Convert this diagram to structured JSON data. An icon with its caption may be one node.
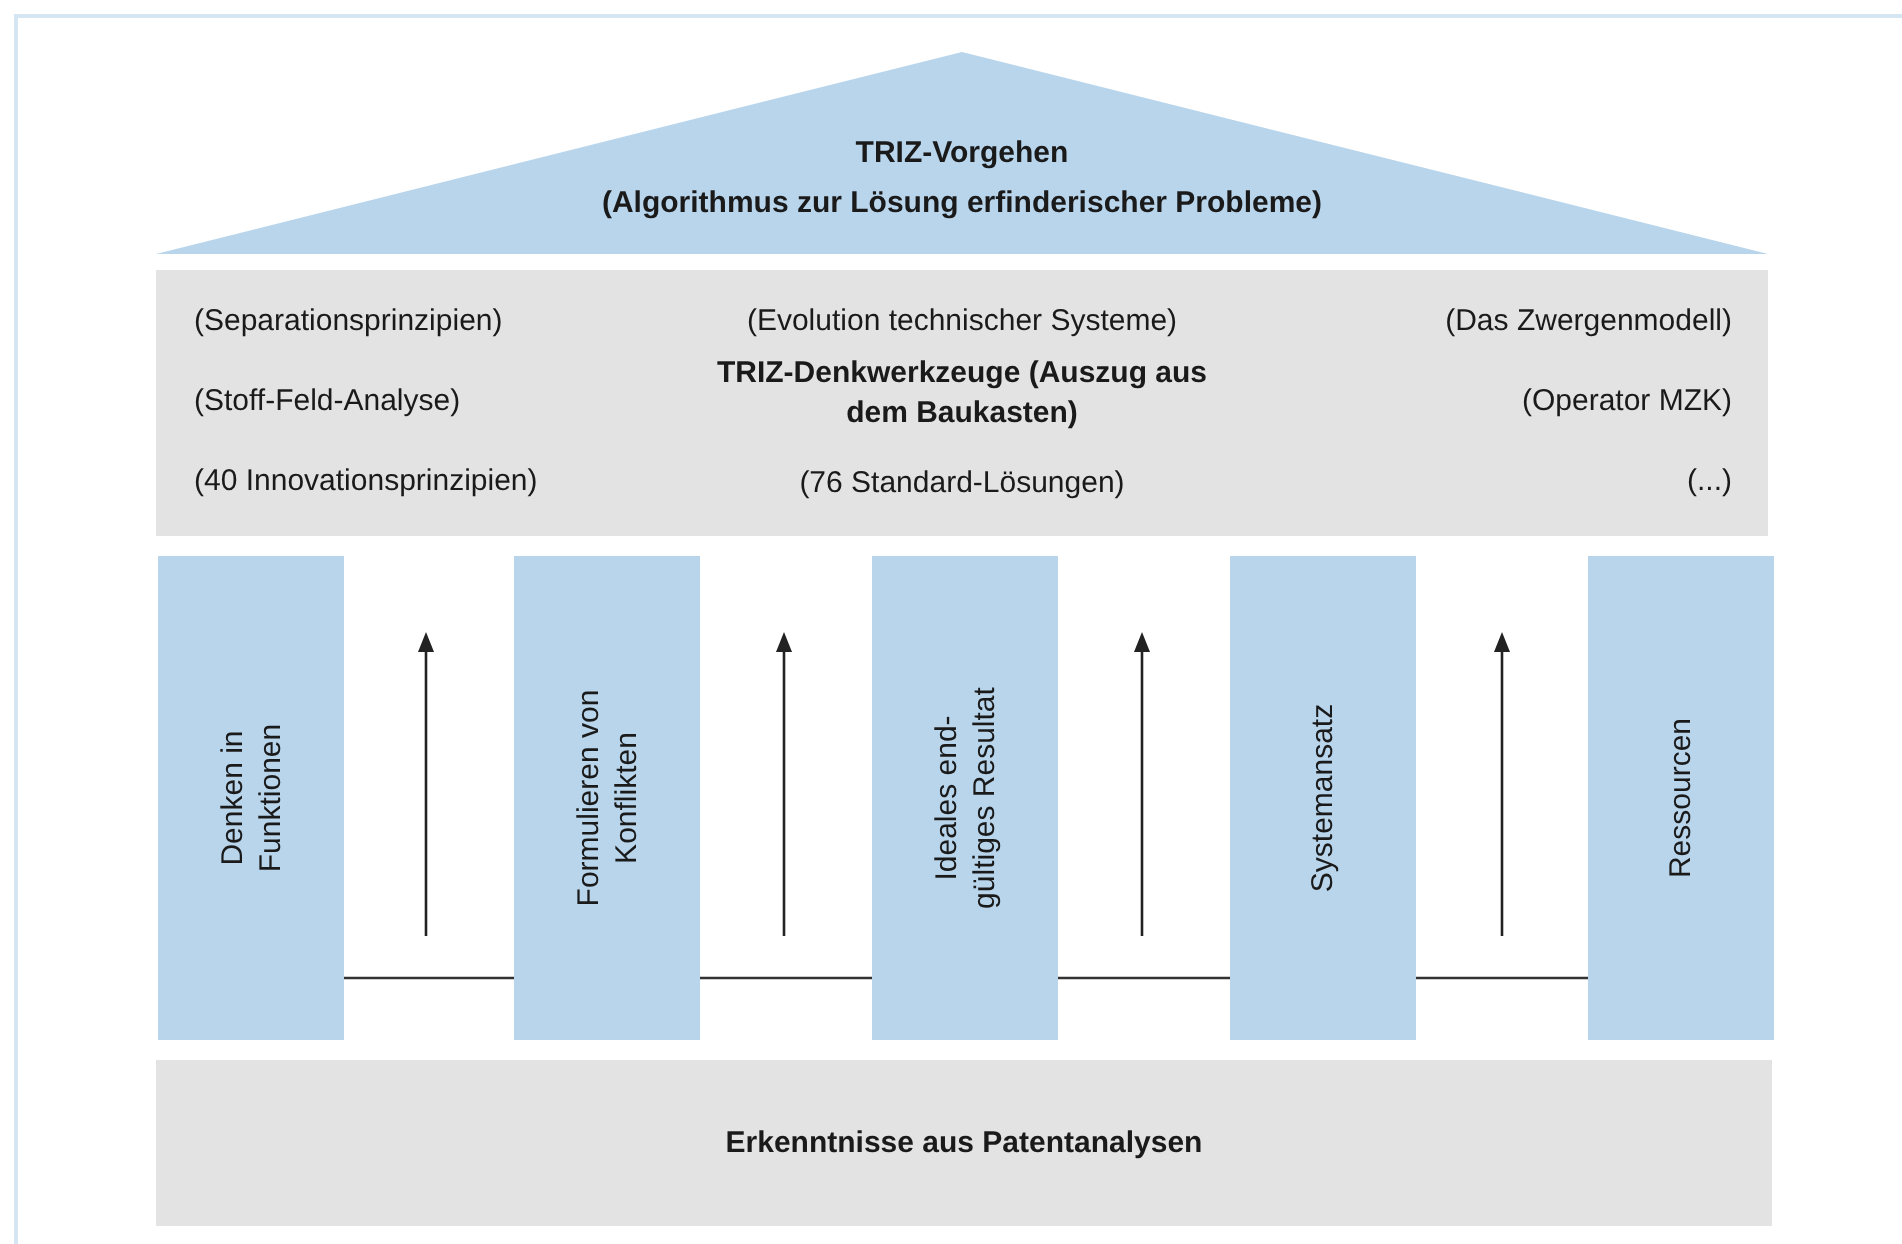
{
  "diagram": {
    "nodes": [
      {
        "text": [
          "TRIZ-Vorgehen",
          "(Algorithmus zur Lösung erfinderischer Probleme)"
        ]
      },
      {
        "text": [
          "(Separationsprinzipien)",
          "(Evolution technischer Systeme)",
          "(Das Zwergenmodell)",
          "(Stoff-Feld-Analyse)",
          "TRIZ-Denkwerkzeuge (Auszug aus dem Baukasten)",
          "(Operator MZK)",
          "(40 Innovationsprinzipien)",
          "(76 Standard-Lösungen)",
          "(...)"
        ]
      },
      {
        "text": [
          "Denken in Funktionen"
        ]
      },
      {
        "text": [
          "Formulieren von Konflikten"
        ]
      },
      {
        "text": [
          "Ideales end-gültiges Resultat"
        ]
      },
      {
        "text": [
          "Systemansatz"
        ]
      },
      {
        "text": [
          "Ressourcen"
        ]
      },
      {
        "text": [
          "Erkenntnisse aus Patentanalysen"
        ]
      }
    ],
    "edges": [
      {
        "from": 2,
        "to": 3,
        "arrow": "none"
      },
      {
        "from": 3,
        "to": 4,
        "arrow": "none"
      },
      {
        "from": 4,
        "to": 5,
        "arrow": "none"
      },
      {
        "from": 5,
        "to": 6,
        "arrow": "none"
      }
    ]
  }
}
